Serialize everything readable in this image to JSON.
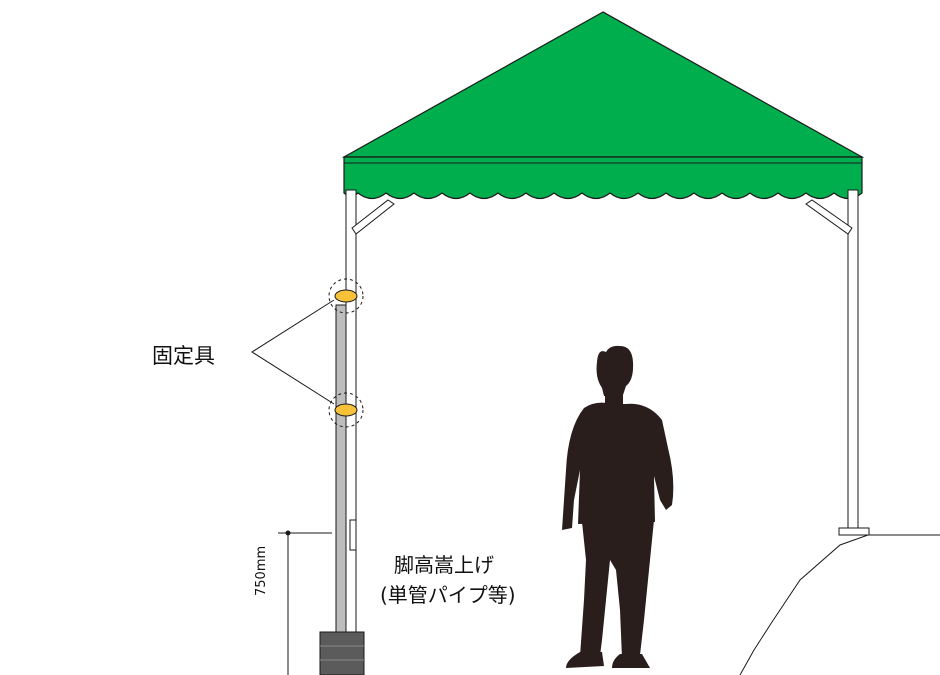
{
  "labels": {
    "fixture": "固定具",
    "extension_line1": "脚高嵩上げ",
    "extension_line2": "(単管パイプ等)",
    "dimension": "750mm"
  },
  "colors": {
    "canopy": "#00ae4d",
    "outline": "#1a1a1a",
    "person": "#2a1e1c",
    "fixture": "#f7c23a",
    "pipe": "#bdbdbd",
    "weight": "#5b5b5b"
  }
}
